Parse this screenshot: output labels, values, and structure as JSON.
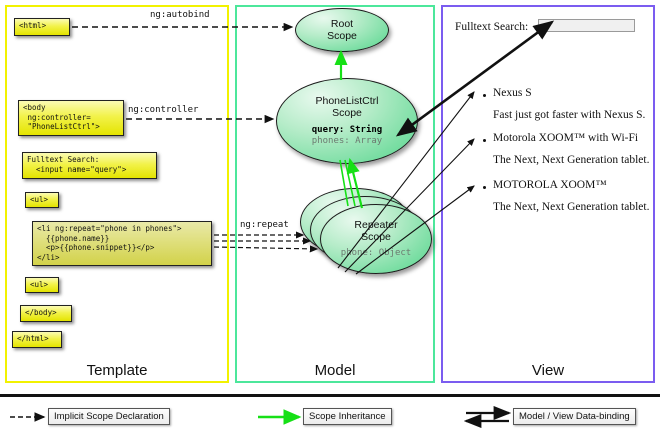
{
  "panels": [
    {
      "key": "template",
      "label": "Template",
      "border_color": "#f2f200"
    },
    {
      "key": "model",
      "label": "Model",
      "border_color": "#4ce79b"
    },
    {
      "key": "view",
      "label": "View",
      "border_color": "#7b5cf0"
    }
  ],
  "template": {
    "boxes": [
      {
        "name": "html-open",
        "text": "<html>"
      },
      {
        "name": "body-controller",
        "text": "<body\n ng:controller=\n \"PhoneListCtrl\">"
      },
      {
        "name": "fulltext-search",
        "text": "Fulltext Search:\n  <input name=\"query\">"
      },
      {
        "name": "ul-open",
        "text": "<ul>"
      },
      {
        "name": "li-repeat",
        "text": "<li ng:repeat=\"phone in phones\">\n  {{phone.name}}\n  <p>{{phone.snippet}}</p>\n</li>"
      },
      {
        "name": "ul-close",
        "text": "<ul>"
      },
      {
        "name": "body-close",
        "text": "</body>"
      },
      {
        "name": "html-close",
        "text": "</html>"
      }
    ]
  },
  "model": {
    "scopes": [
      {
        "name": "root-scope",
        "title_line1": "Root",
        "title_line2": "Scope",
        "props": []
      },
      {
        "name": "phonelistctrl-scope",
        "title_line1": "PhoneListCtrl",
        "title_line2": "Scope",
        "props": [
          {
            "text": "query: String",
            "style": "bold"
          },
          {
            "text": "phones: Array",
            "style": "gray"
          }
        ]
      },
      {
        "name": "repeater-scope",
        "title_line1": "Repeater",
        "title_line2": "Scope",
        "props": [
          {
            "text": "phone: Object",
            "style": "gray"
          }
        ]
      }
    ]
  },
  "connectors": {
    "autobind": "ng:autobind",
    "controller": "ng:controller",
    "repeat": "ng:repeat"
  },
  "view": {
    "search_label": "Fulltext Search:",
    "search_value": "",
    "items": [
      {
        "name": "Nexus S",
        "snippet": "Fast just got faster with Nexus S."
      },
      {
        "name": "Motorola XOOM™  with Wi-Fi",
        "snippet": "The Next, Next Generation tablet."
      },
      {
        "name": "MOTOROLA XOOM™",
        "snippet": "The Next, Next Generation tablet."
      }
    ]
  },
  "legend": [
    {
      "name": "implicit-scope-declaration",
      "label": "Implicit Scope Declaration",
      "arrow": "dashed-black"
    },
    {
      "name": "scope-inheritance",
      "label": "Scope Inheritance",
      "arrow": "solid-green"
    },
    {
      "name": "model-view-data-binding",
      "label": "Model / View Data-binding",
      "arrow": "double-black"
    }
  ]
}
